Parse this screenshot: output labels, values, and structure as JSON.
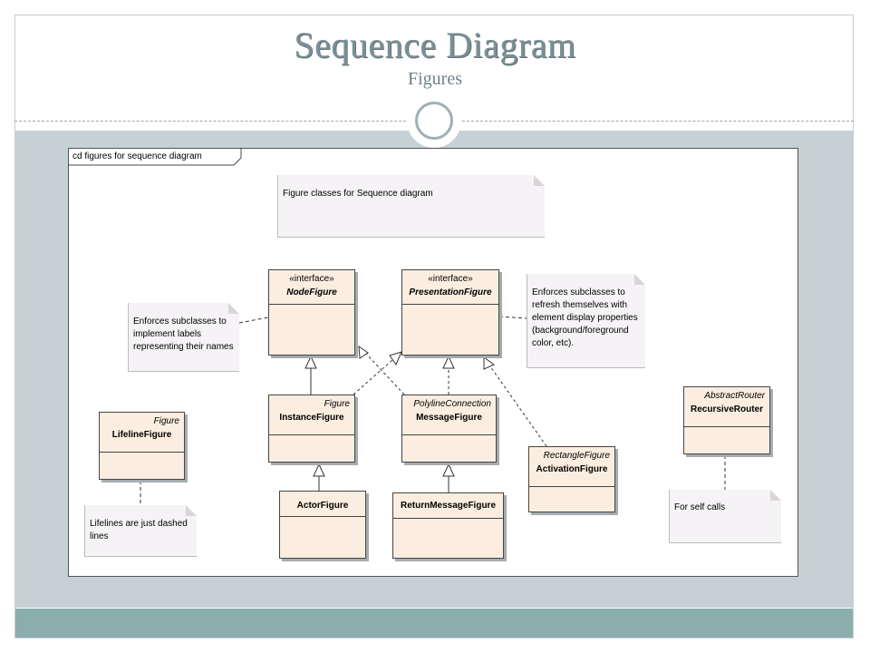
{
  "slide": {
    "title": "Sequence Diagram",
    "subtitle": "Figures"
  },
  "diagram": {
    "frame_label": "cd figures for sequence diagram",
    "notes": {
      "figure_classes": "Figure classes for Sequence diagram",
      "labels": "Enforces subclasses to implement labels representing their names",
      "refresh": "Enforces subclasses to refresh themselves with element display properties (background/foreground color, etc).",
      "lifelines": "Lifelines are just dashed lines",
      "self_calls": "For self calls"
    },
    "classes": {
      "node_figure": {
        "stereotype": "«interface»",
        "name": "NodeFigure"
      },
      "presentation_figure": {
        "stereotype": "«interface»",
        "name": "PresentationFigure"
      },
      "instance_figure": {
        "parent": "Figure",
        "name": "InstanceFigure"
      },
      "message_figure": {
        "parent": "PolylineConnection",
        "name": "MessageFigure"
      },
      "lifeline_figure": {
        "parent": "Figure",
        "name": "LifelineFigure"
      },
      "activation_figure": {
        "parent": "RectangleFigure",
        "name": "ActivationFigure"
      },
      "recursive_router": {
        "parent": "AbstractRouter",
        "name": "RecursiveRouter"
      },
      "actor_figure": {
        "name": "ActorFigure"
      },
      "return_message_figure": {
        "name": "ReturnMessageFigure"
      }
    }
  }
}
